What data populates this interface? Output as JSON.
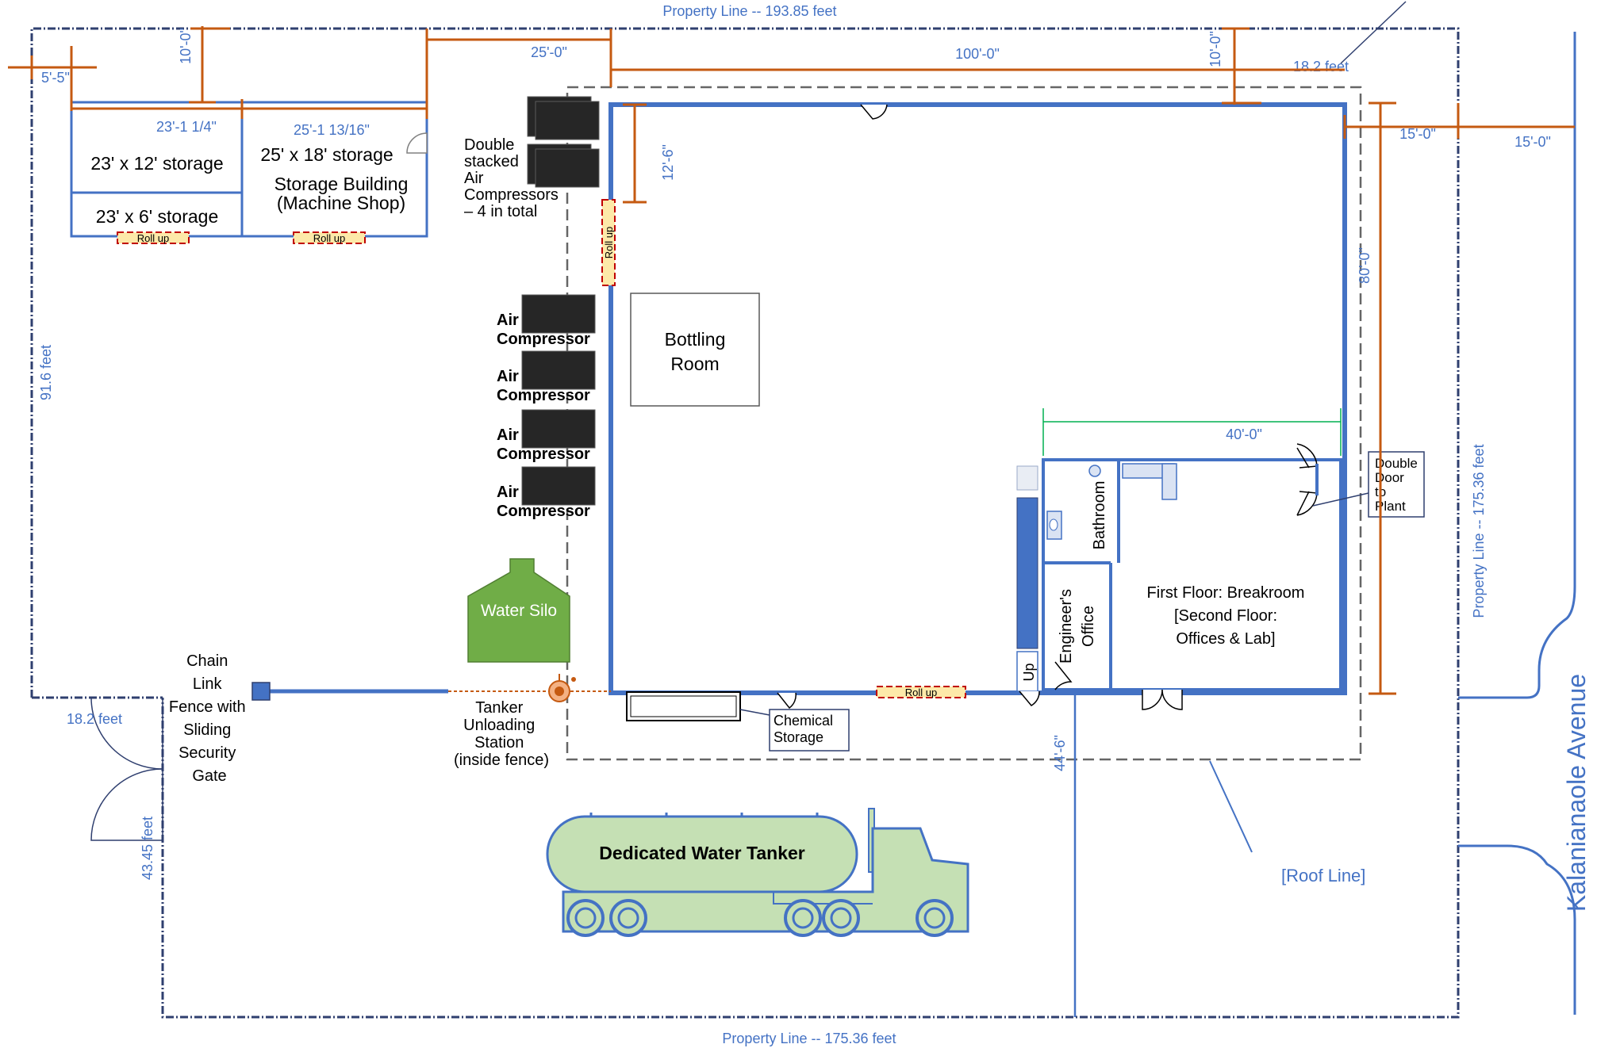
{
  "property_lines": {
    "top": "Property Line -- 193.85 feet",
    "bottom": "Property Line -- 175.36 feet",
    "right": "Property Line -- 175.36 feet",
    "left": "91.6 feet",
    "gate_width": "18.2 feet",
    "lower_left": "43.45 feet",
    "top_right": "18.2 feet"
  },
  "street": "Kalanianaole Avenue",
  "roof_line": "[Roof Line]",
  "dimensions": {
    "d_5_5": "5'-5\"",
    "d_10_left": "10'-0\"",
    "d_25": "25'-0\"",
    "d_100": "100'-0\"",
    "d_10_right": "10'-0\"",
    "d_23": "23'-1 1/4\"",
    "d_25_13": "25'-1 13/16\"",
    "d_12_6": "12'-6\"",
    "d_15_a": "15'-0\"",
    "d_15_b": "15'-0\"",
    "d_80": "80'-0\"",
    "d_40": "40'-0\"",
    "d_44_6": "44'-6\""
  },
  "storage": {
    "room_a": "23' x 12' storage",
    "room_b": "23' x 6' storage",
    "room_c": "25' x 18' storage",
    "building_line1": "Storage Building",
    "building_line2": "(Machine Shop)",
    "rollup_label": "Roll up"
  },
  "compressors": {
    "double_stacked": [
      "Double",
      "stacked",
      "Air",
      "Compressors",
      "– 4 in total"
    ],
    "single_line1": "Air",
    "single_line2": "Compressor"
  },
  "bottling_room": [
    "Bottling",
    "Room"
  ],
  "water_silo": "Water Silo",
  "chain_link": [
    "Chain",
    "Link",
    "Fence with",
    "Sliding",
    "Security",
    "Gate"
  ],
  "tanker_station": [
    "Tanker",
    "Unloading",
    "Station",
    "(inside fence)"
  ],
  "chemical_storage": [
    "Chemical",
    "Storage"
  ],
  "tanker_truck": "Dedicated Water Tanker",
  "bathroom": "Bathroom",
  "engineers_office": [
    "Engineer's",
    "Office"
  ],
  "stair_up": "Up",
  "breakroom": [
    "First Floor: Breakroom",
    "[Second Floor:",
    "Offices & Lab]"
  ],
  "double_door": [
    "Double",
    "Door",
    "to",
    "Plant"
  ],
  "colors": {
    "wall": "#4472c4",
    "dimension": "#c55a11",
    "silo": "#70ad47",
    "truck": "#c5e0b4",
    "rollup_fill": "#fde9a9"
  }
}
